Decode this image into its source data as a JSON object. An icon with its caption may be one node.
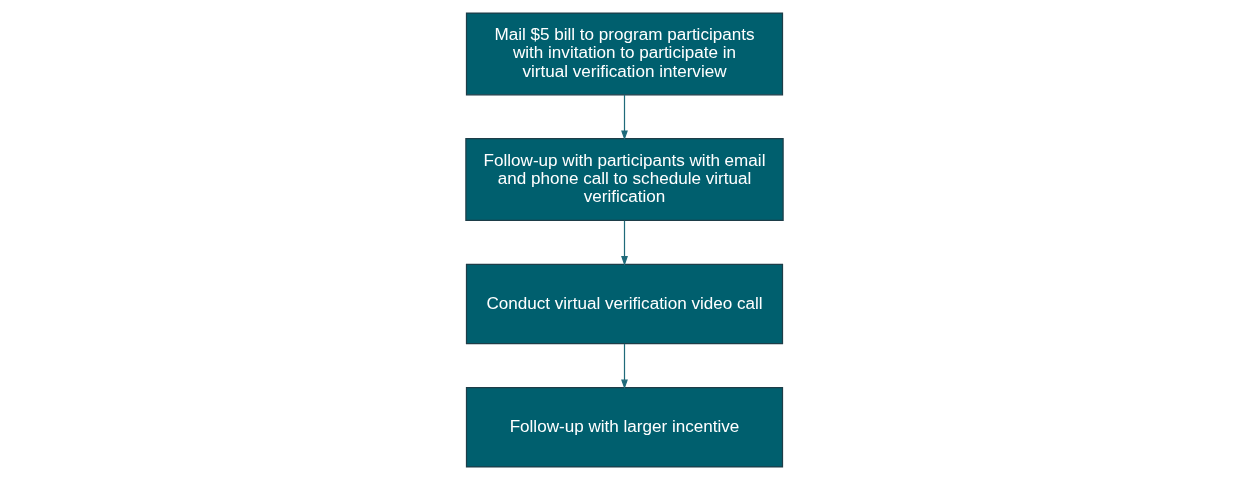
{
  "diagram": {
    "nodes": [
      {
        "text": [
          "Mail $5 bill to program participants with invitation to participate in virtual verification interview"
        ]
      },
      {
        "text": [
          "Follow-up with participants with email and phone call to schedule virtual verification"
        ]
      },
      {
        "text": [
          "Conduct virtual verification video call"
        ]
      },
      {
        "text": [
          "Follow-up with larger incentive"
        ]
      }
    ],
    "edges": [
      {
        "from": 0,
        "to": 1,
        "arrow": "to"
      },
      {
        "from": 1,
        "to": 2,
        "arrow": "to"
      },
      {
        "from": 2,
        "to": 3,
        "arrow": "to"
      }
    ]
  }
}
